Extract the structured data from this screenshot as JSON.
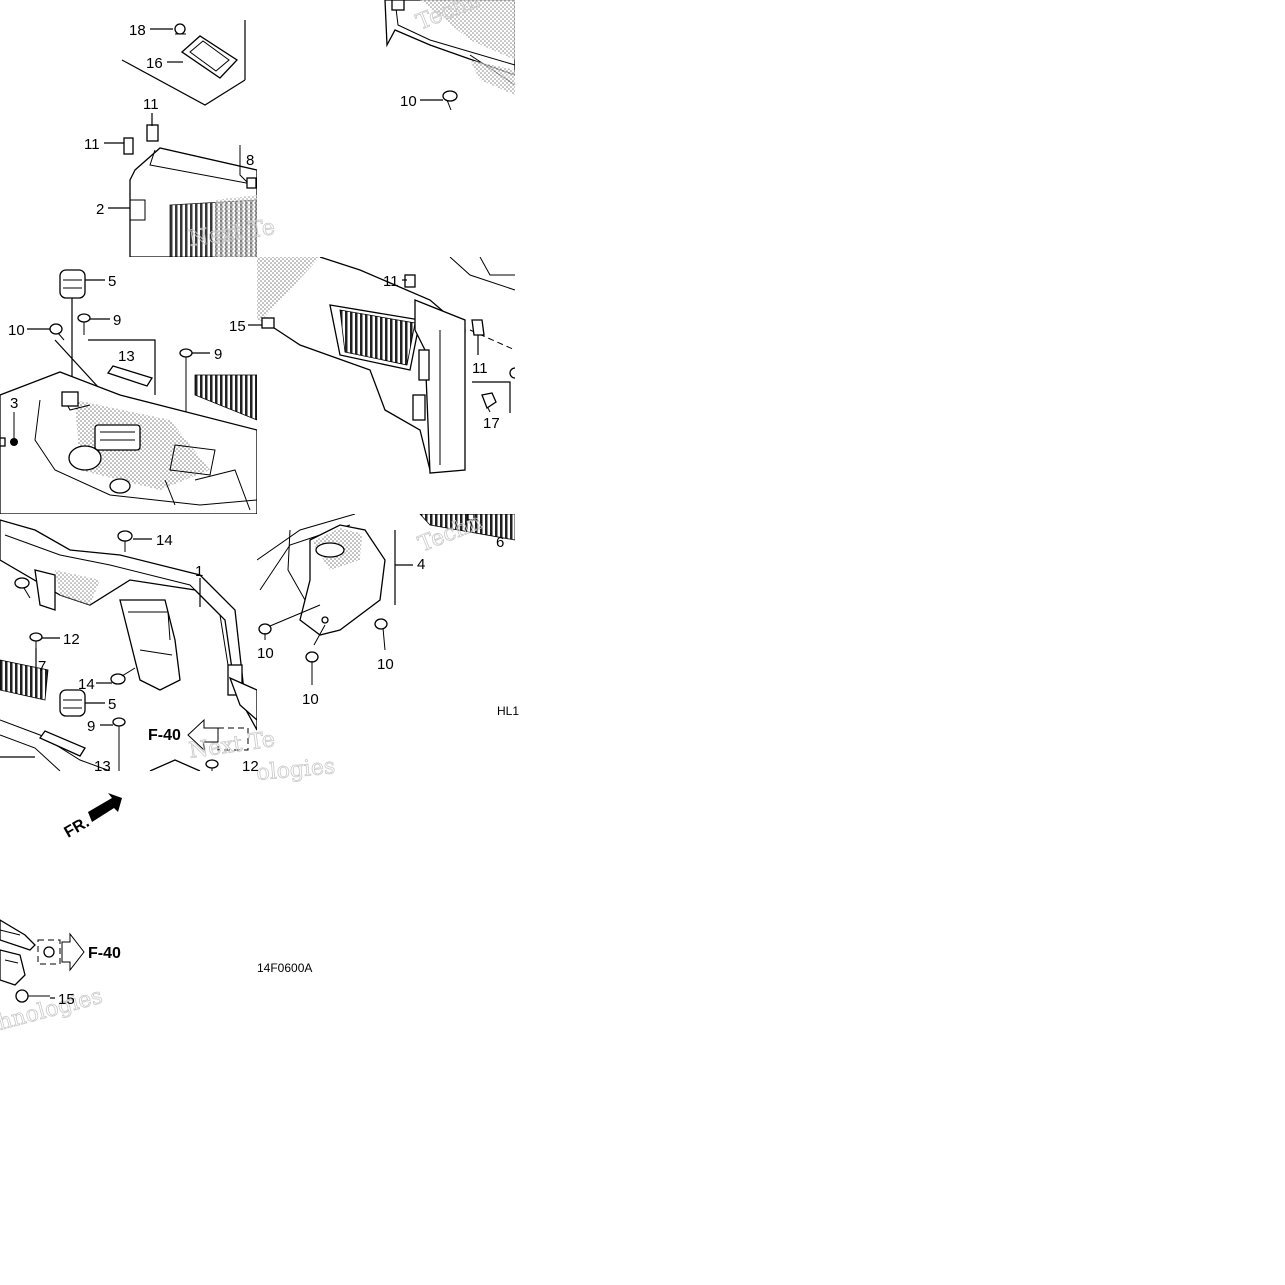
{
  "diagram": {
    "callouts": [
      {
        "id": "c18",
        "text": "18"
      },
      {
        "id": "c16",
        "text": "16"
      },
      {
        "id": "c11a",
        "text": "11"
      },
      {
        "id": "c11b",
        "text": "11"
      },
      {
        "id": "c2",
        "text": "2"
      },
      {
        "id": "c8",
        "text": "8"
      },
      {
        "id": "c10a",
        "text": "10"
      },
      {
        "id": "c5a",
        "text": "5"
      },
      {
        "id": "c9a",
        "text": "9"
      },
      {
        "id": "c10b",
        "text": "10"
      },
      {
        "id": "c13a",
        "text": "13"
      },
      {
        "id": "c9b",
        "text": "9"
      },
      {
        "id": "c3",
        "text": "3"
      },
      {
        "id": "c15a",
        "text": "15"
      },
      {
        "id": "c11c",
        "text": "11"
      },
      {
        "id": "c11d",
        "text": "11"
      },
      {
        "id": "c17",
        "text": "17"
      },
      {
        "id": "c14a",
        "text": "14"
      },
      {
        "id": "c1",
        "text": "1"
      },
      {
        "id": "c12a",
        "text": "12"
      },
      {
        "id": "c7",
        "text": "7"
      },
      {
        "id": "c14b",
        "text": "14"
      },
      {
        "id": "c5b",
        "text": "5"
      },
      {
        "id": "c9c",
        "text": "9"
      },
      {
        "id": "c13b",
        "text": "13"
      },
      {
        "id": "c12b",
        "text": "12"
      },
      {
        "id": "c6",
        "text": "6"
      },
      {
        "id": "c4",
        "text": "4"
      },
      {
        "id": "c10c",
        "text": "10"
      },
      {
        "id": "c10d",
        "text": "10"
      },
      {
        "id": "c10e",
        "text": "10"
      },
      {
        "id": "c15b",
        "text": "15"
      }
    ],
    "references": {
      "f40_a": "F-40",
      "f40_b": "F-40"
    },
    "direction_label": "FR.",
    "diagram_code": "14F0600A",
    "partial_code": "HL1",
    "watermarks": {
      "w1": "Techn",
      "w2": "Next Te",
      "w3": "Next Te",
      "w4": "ologies",
      "w5": "hnologies",
      "w6": "Techn"
    }
  }
}
